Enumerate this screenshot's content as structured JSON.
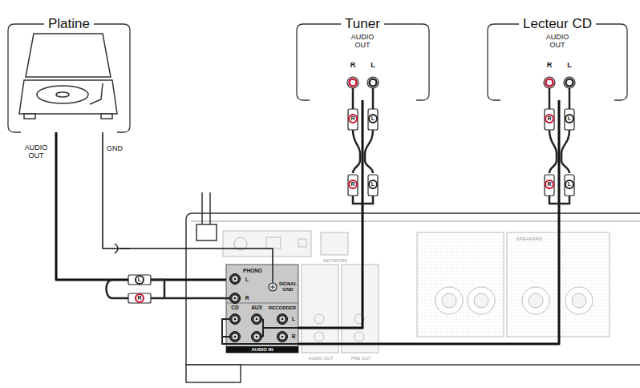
{
  "diagram": {
    "nodes": [
      {
        "text": [
          "Platine"
        ]
      },
      {
        "text": [
          "Tuner",
          "AUDIO OUT",
          "R",
          "L"
        ]
      },
      {
        "text": [
          "Lecteur CD",
          "AUDIO OUT",
          "R",
          "L"
        ]
      },
      {
        "text": [
          "PHONO",
          "L",
          "R",
          "SIGNAL GND",
          "CD",
          "AUX",
          "RECORDER",
          "L",
          "R",
          "AUDIO IN"
        ]
      }
    ],
    "edges": [
      {
        "from": 0,
        "to": 3,
        "arrow": "none"
      },
      {
        "from": 0,
        "to": 3,
        "arrow": "none"
      },
      {
        "from": 1,
        "to": 3,
        "arrow": "none"
      },
      {
        "from": 2,
        "to": 3,
        "arrow": "none"
      }
    ],
    "labels": [
      "AUDIO OUT",
      "GND",
      "R",
      "L",
      "R",
      "L",
      "R",
      "L",
      "R",
      "L",
      "L",
      "R",
      "NETWORK",
      "SPEAKERS",
      "AUDIO OUT",
      "PRE OUT"
    ]
  }
}
